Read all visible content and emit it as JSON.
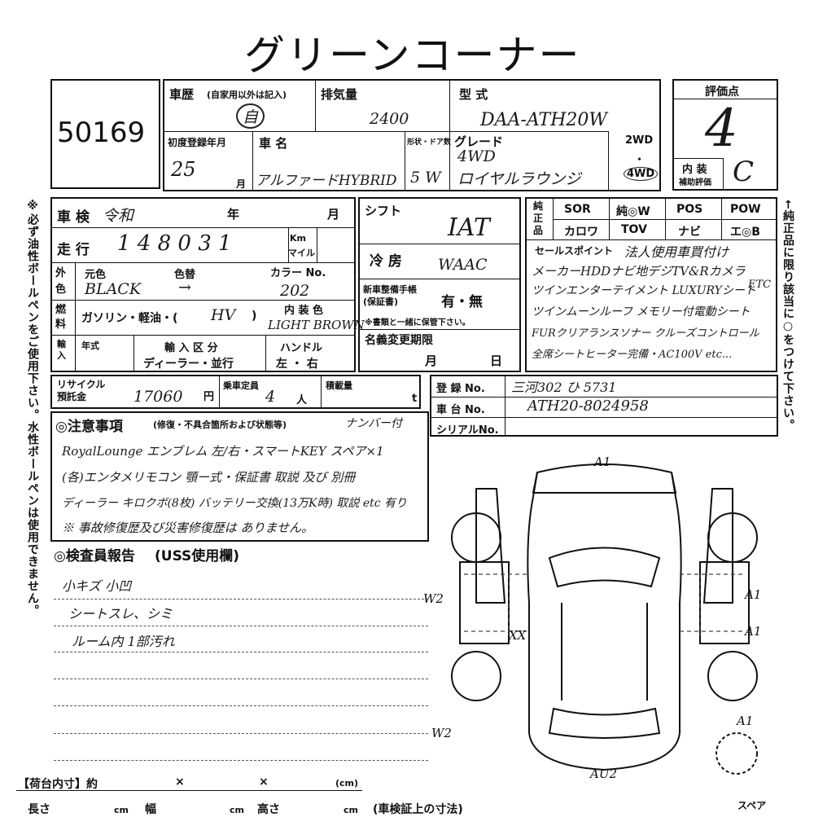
{
  "header": {
    "title": "グリーンコーナー"
  },
  "lot": {
    "number": "50169"
  },
  "rating": {
    "label": "評価点",
    "score": "4",
    "interior_label": "内 装",
    "interior_sub": "補助評価",
    "interior_grade": "C"
  },
  "history": {
    "label": "車歴",
    "note": "(自家用以外は記入)",
    "value": "自"
  },
  "displacement": {
    "label": "排気量",
    "value": "2400"
  },
  "model": {
    "label": "型 式",
    "value": "DAA-ATH20W"
  },
  "first_reg": {
    "label": "初度登録年月",
    "year": "25",
    "month_label": "月"
  },
  "car_name": {
    "label": "車 名",
    "value": "アルファードHYBRID"
  },
  "shape": {
    "label": "形状・ドア数",
    "value": "5 W"
  },
  "grade": {
    "label": "グレード",
    "drive": "4WD",
    "value": "ロイヤルラウンジ"
  },
  "drive_opts": {
    "two": "2WD",
    "dot": "・",
    "four": "4WD"
  },
  "inspection": {
    "label": "車 検",
    "era": "令和",
    "year": "年",
    "month": "月"
  },
  "mileage": {
    "label": "走 行",
    "value": "1 4 8 0 3 1",
    "unit": "Km",
    "unit2": "マイル"
  },
  "color": {
    "label": "外色",
    "orig": "元色",
    "change": "色替",
    "value": "BLACK",
    "arrow": "→",
    "code_label": "カラー No.",
    "code": "202"
  },
  "fuel": {
    "label": "燃料",
    "options": "ガソリン・軽油・(",
    "value": "HV",
    "close": ")",
    "int_label": "内 装 色",
    "int_color": "LIGHT BROWN"
  },
  "import": {
    "label": "輸入",
    "year": "年式",
    "class": "輸 入 区 分",
    "class_opts": "ディーラー・並行",
    "handle": "ハンドル",
    "handle_opts": "左 ・ 右"
  },
  "shift": {
    "label": "シフト",
    "value": "IAT"
  },
  "ac": {
    "label": "冷 房",
    "value": "WAAC"
  },
  "manual": {
    "label": "新車整備手帳\n(保証書)",
    "opts": "有・無",
    "note": "※書類と一緒に保管下さい。"
  },
  "name_change": {
    "label": "名義変更期限",
    "month": "月",
    "day": "日"
  },
  "genuine": {
    "label": "純正品",
    "items": [
      "SOR",
      "純◎W",
      "POS",
      "POW",
      "カロワ",
      "TOV",
      "ナビ",
      "エ◎B"
    ]
  },
  "sales_points": {
    "label": "セールスポイント",
    "lines": [
      "法人使用車買付け",
      "メーカーHDDナビ地デジTV&Rカメラ",
      "ETC",
      "ツインムーンルーフ メモリー付電動シート",
      "FURクリアランスソナー クルーズコントロール",
      "全席シートヒーター完備・AC100V etc..."
    ],
    "line2": "ツインエンターテイメント LUXURYシート"
  },
  "recycle": {
    "label": "リサイクル\n預託金",
    "value": "17060",
    "unit": "円",
    "seats_label": "乗車定員",
    "seats": "4",
    "seats_unit": "人",
    "load_label": "積載量",
    "load_unit": "t"
  },
  "reg": {
    "label": "登 録 No.",
    "value": "三河302 ひ 5731",
    "chassis_label": "車 台 No.",
    "chassis": "ATH20-8024958",
    "serial_label": "シリアルNo."
  },
  "notes": {
    "label": "◎注意事項",
    "sub": "(修復・不具合箇所および状態等)",
    "plate": "ナンバー付",
    "lines": [
      "RoyalLounge エンブレム 左/右・スマートKEY スペア×1",
      "(各)エンタメリモコン 顎ー式・保証書 取説 及び 別冊",
      "ディーラー キロクボ(8枚) バッテリー交換(13万K時) 取説 etc 有り",
      "※ 事故修復歴及び災害修復歴は ありません。"
    ]
  },
  "inspector": {
    "label": "◎検査員報告",
    "sub": "(USS使用欄)",
    "lines": [
      "小キズ 小凹",
      "シートスレ、シミ",
      "ルーム内 1部汚れ"
    ]
  },
  "diagram": {
    "marks": [
      "A1",
      "W2",
      "A1",
      "A1",
      "XX",
      "A1",
      "W2",
      "AU2"
    ],
    "spare": "スペア"
  },
  "cargo": {
    "label": "【荷台内寸】約",
    "x1": "×",
    "x2": "×",
    "cm": "(cm)",
    "length": "長さ",
    "width": "幅",
    "height": "高さ",
    "unit": "cm",
    "note": "(車検証上の寸法)"
  },
  "side_left": "※必ず油性ボールペンをご使用下さい。水性ボールペンは使用できません。",
  "side_right": "←純正品に限り該当に○をつけて下さい。"
}
